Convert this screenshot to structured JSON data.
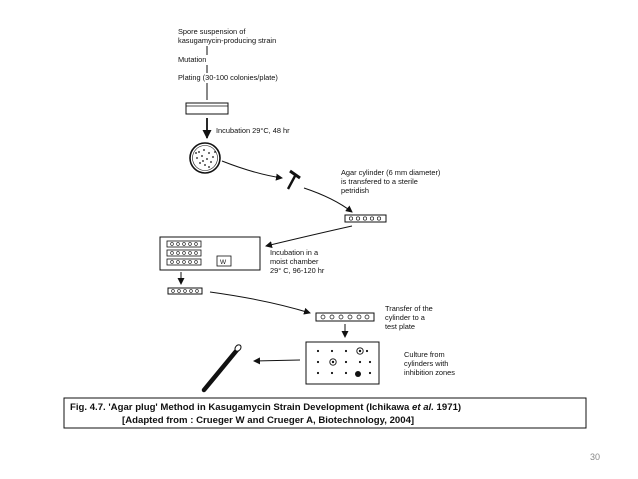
{
  "steps": {
    "spore_line1": "Spore suspension of",
    "spore_line2": "kasugamycin-producing strain",
    "mutation": "Mutation",
    "plating": "Plating (30-100 colonies/plate)",
    "incubation": "Incubation 29°C, 48 hr",
    "agar_line1": "Agar cylinder (6 mm diameter)",
    "agar_line2": "is transfered to a sterile",
    "agar_line3": "petridish",
    "moist_line1": "Incubation in a",
    "moist_line2": "moist chamber",
    "moist_line3": "29° C, 96-120 hr",
    "chamber_mark": "W",
    "transfer_line1": "Transfer of the",
    "transfer_line2": "cylinder to a",
    "transfer_line3": "test plate",
    "culture_line1": "Culture from",
    "culture_line2": "cylinders with",
    "culture_line3": "inhibition zones"
  },
  "caption": {
    "line1_prefix": "Fig. 4.7. 'Agar plug' Method in Kasugamycin Strain Development (Ichikawa ",
    "line1_italic": "et al.",
    "line1_suffix": " 1971)",
    "line2": "[Adapted from : Crueger W and Crueger A, Biotechnology, 2004]"
  },
  "page_number": "30",
  "icons": [
    "petri-dish-icon",
    "agar-cylinder-icon",
    "moist-chamber-icon",
    "test-plate-icon",
    "cork-borer-icon"
  ]
}
